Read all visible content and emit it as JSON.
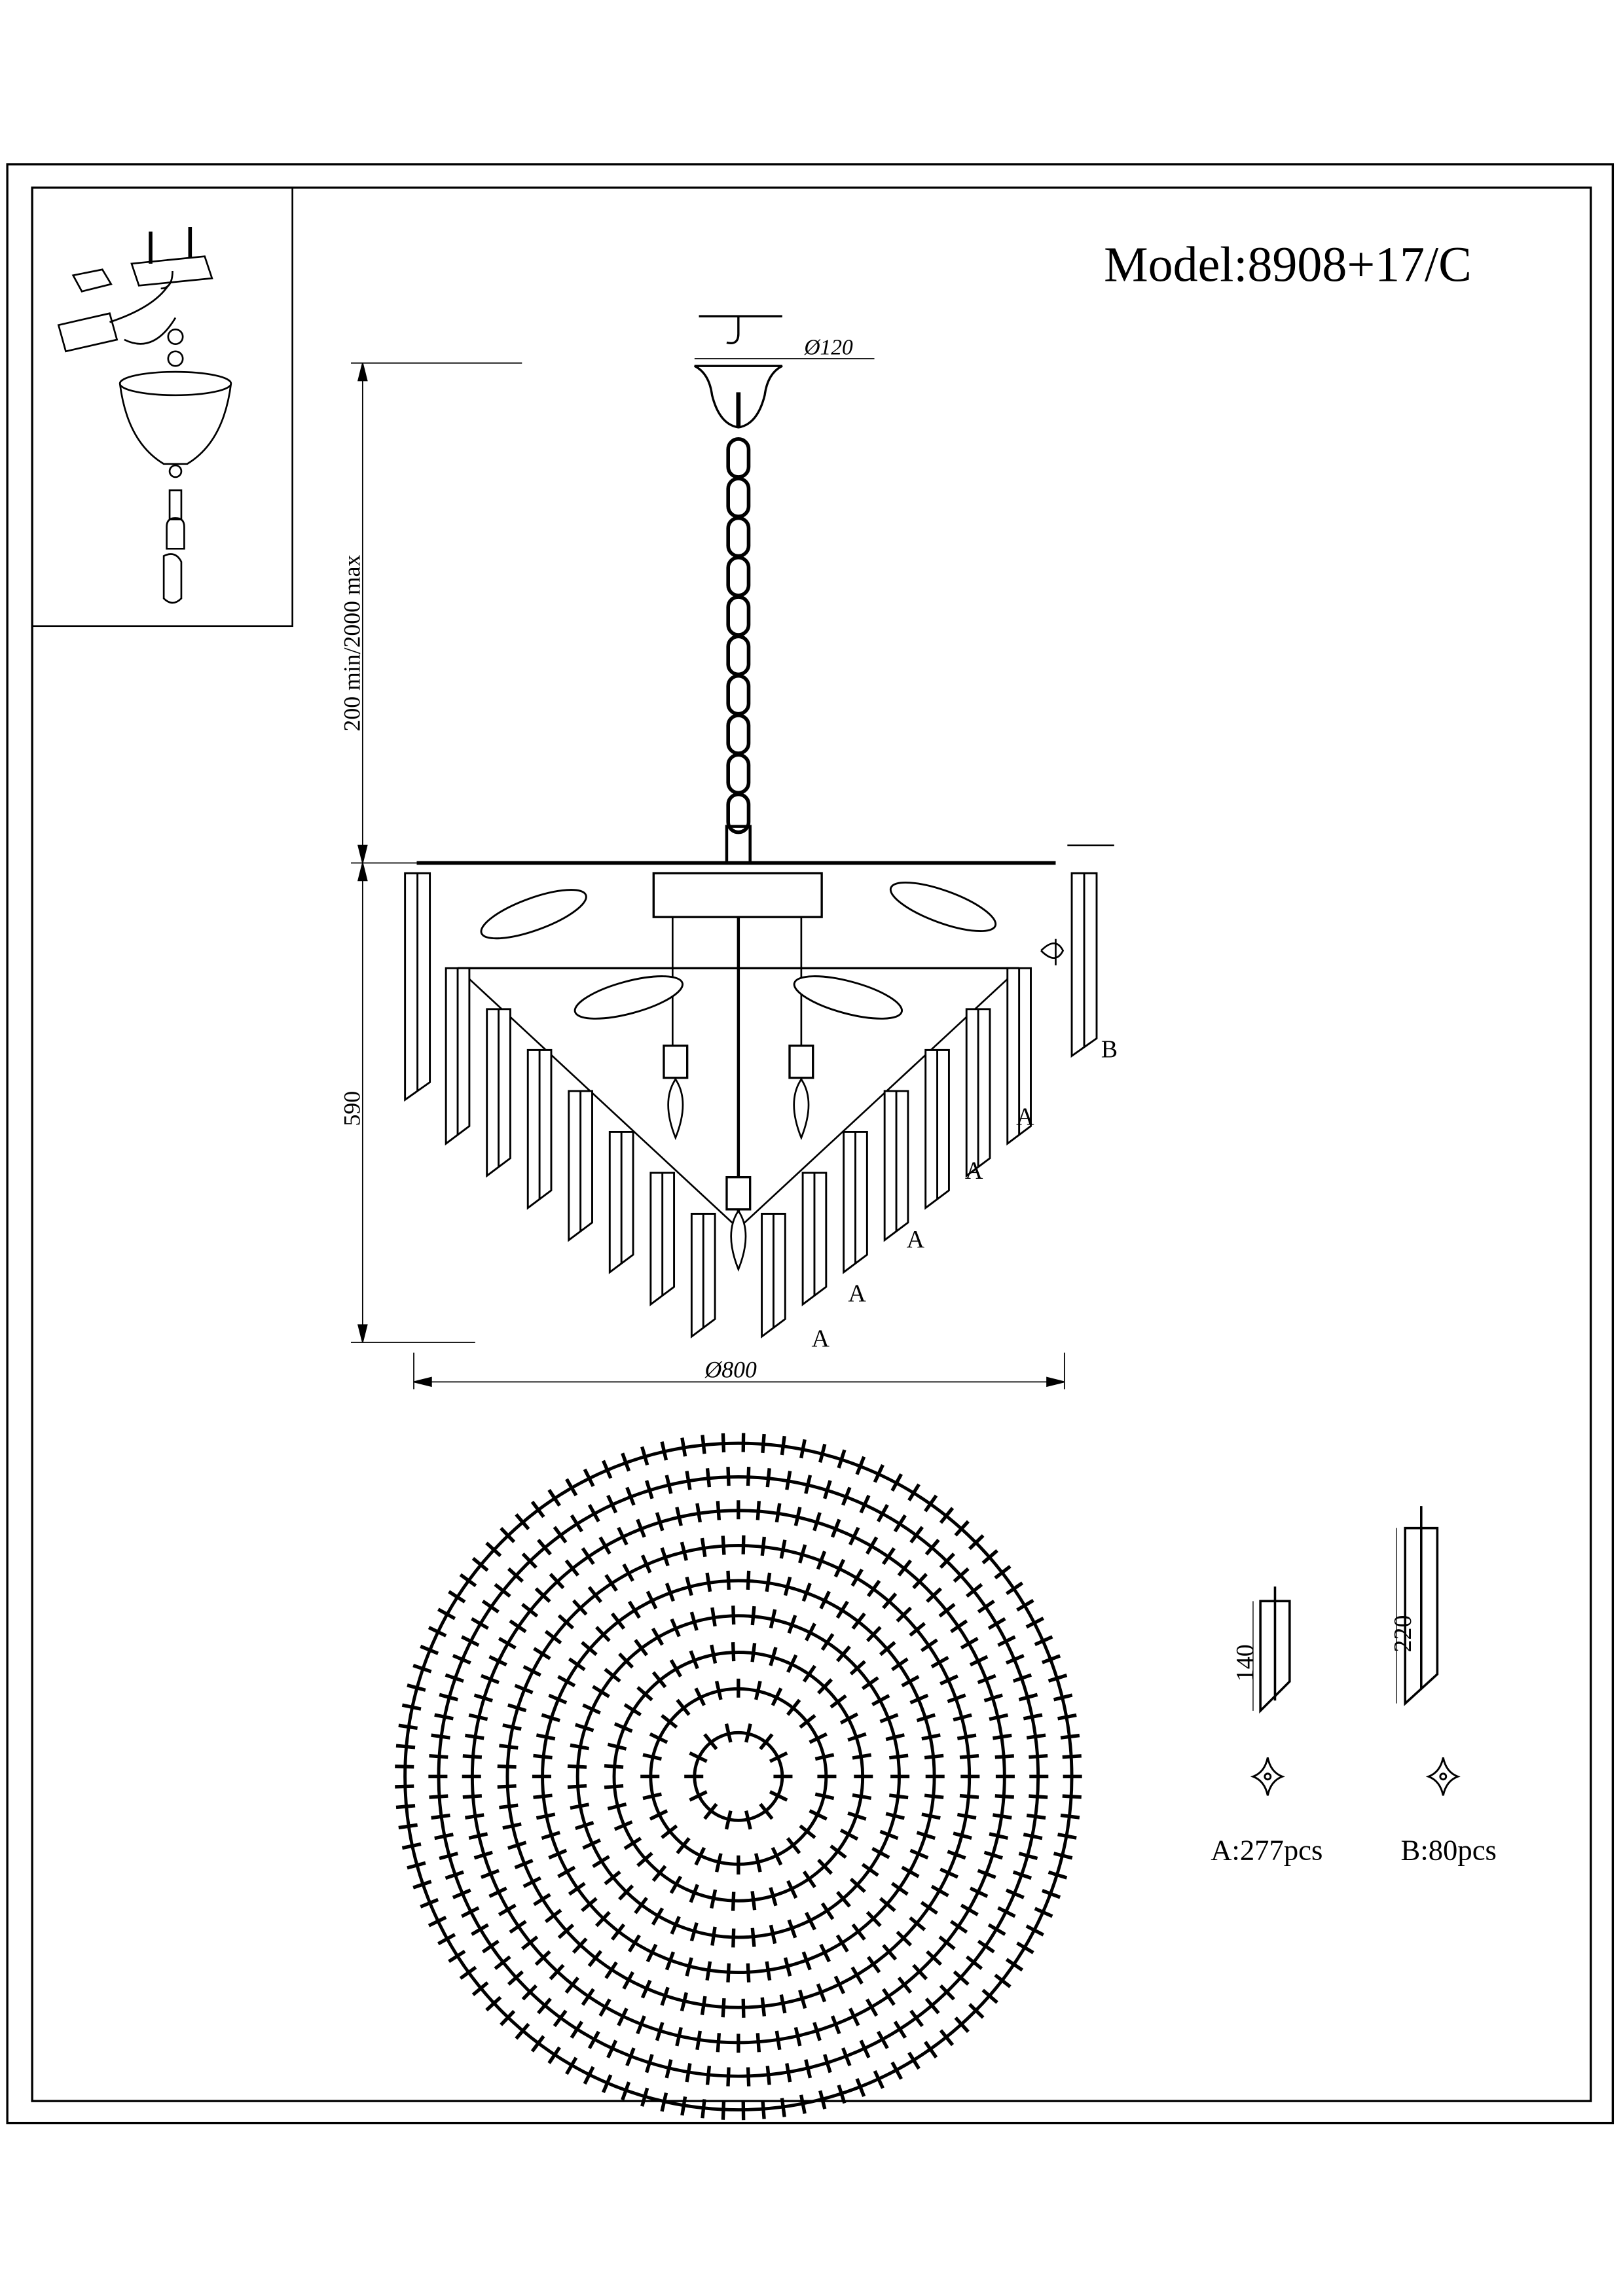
{
  "title": "Model:8908+17/C",
  "dimensions": {
    "canopy_diameter": "Ø120",
    "chain_length": "200 min/2000 max",
    "body_height": "590",
    "body_diameter": "Ø800",
    "crystal_a_length": "140",
    "crystal_b_length": "220"
  },
  "crystal_labels": {
    "tier_labels": [
      "A",
      "A",
      "A",
      "A",
      "A"
    ],
    "outer_label": "B"
  },
  "parts": {
    "a_count": "A:277pcs",
    "b_count": "B:80pcs"
  },
  "colors": {
    "line": "#000000",
    "background": "#ffffff"
  }
}
